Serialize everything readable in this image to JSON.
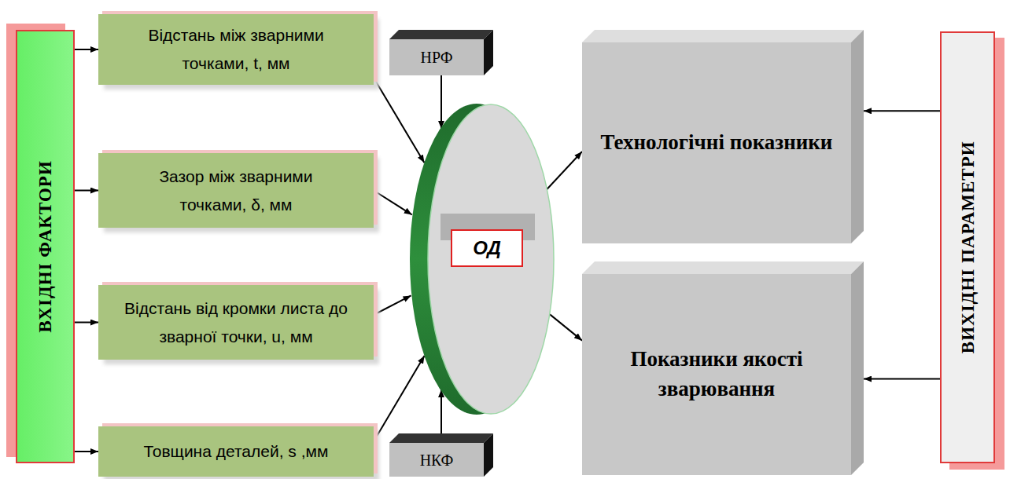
{
  "diagram": {
    "nodes": [
      {
        "text": [
          "ВХІДНІ ФАКТОРИ"
        ]
      },
      {
        "text": [
          "Відстань між зварними точками, t, мм"
        ]
      },
      {
        "text": [
          "Зазор між зварними точками, δ, мм"
        ]
      },
      {
        "text": [
          "Відстань від кромки листа до зварної точки, u, мм"
        ]
      },
      {
        "text": [
          "Товщина деталей, s ,мм"
        ]
      },
      {
        "text": [
          "НРФ"
        ]
      },
      {
        "text": [
          "ОД"
        ]
      },
      {
        "text": [
          "НКФ"
        ]
      },
      {
        "text": [
          "Технологічні показники"
        ]
      },
      {
        "text": [
          "Показники якості зварювання"
        ]
      },
      {
        "text": [
          "ВИХІДНІ ПАРАМЕТРИ"
        ]
      }
    ],
    "edges": [
      {
        "from": 0,
        "to": 1,
        "arrow": "to"
      },
      {
        "from": 0,
        "to": 2,
        "arrow": "to"
      },
      {
        "from": 0,
        "to": 3,
        "arrow": "to"
      },
      {
        "from": 0,
        "to": 4,
        "arrow": "to"
      },
      {
        "from": 1,
        "to": 6,
        "arrow": "to"
      },
      {
        "from": 2,
        "to": 6,
        "arrow": "to"
      },
      {
        "from": 3,
        "to": 6,
        "arrow": "to"
      },
      {
        "from": 4,
        "to": 6,
        "arrow": "to"
      },
      {
        "from": 5,
        "to": 6,
        "arrow": "to"
      },
      {
        "from": 7,
        "to": 6,
        "arrow": "to"
      },
      {
        "from": 6,
        "to": 8,
        "arrow": "to"
      },
      {
        "from": 6,
        "to": 9,
        "arrow": "to"
      },
      {
        "from": 10,
        "to": 8,
        "arrow": "to"
      },
      {
        "from": 10,
        "to": 9,
        "arrow": "to"
      }
    ]
  }
}
